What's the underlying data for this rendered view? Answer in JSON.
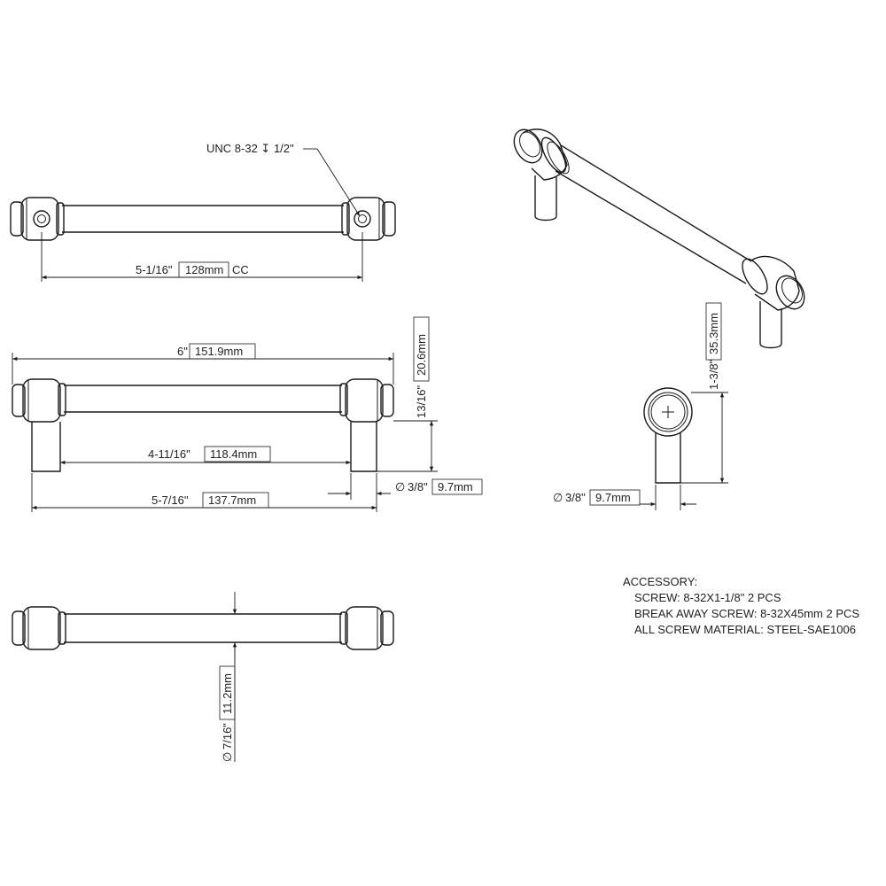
{
  "callout": {
    "thread": "UNC 8-32 ",
    "depth_symbol": "↧",
    "depth": " 1/2\""
  },
  "dims": {
    "cc": {
      "imp": "5-1/16\"",
      "met": "128mm",
      "suffix": " CC"
    },
    "overall": {
      "imp": "6\"",
      "met": "151.9mm"
    },
    "height": {
      "imp": "13/16\"",
      "met": "20.6mm"
    },
    "inner": {
      "imp": "4-11/16\"",
      "met": "118.4mm"
    },
    "outer": {
      "imp": "5-7/16\"",
      "met": "137.7mm"
    },
    "post_dia": {
      "sym": "∅",
      "imp": "3/8\"",
      "met": "9.7mm"
    },
    "bar_dia": {
      "sym": "∅",
      "imp": "7/16\"",
      "met": "11.2mm"
    },
    "projection": {
      "imp": "1-3/8\"",
      "met": "35.3mm"
    },
    "side_post_dia": {
      "sym": "∅",
      "imp": "3/8\"",
      "met": "9.7mm"
    }
  },
  "accessory": {
    "title": "ACCESSORY:",
    "lines": [
      "SCREW: 8-32X1-1/8\"  2 PCS",
      "BREAK AWAY SCREW: 8-32X45mm  2 PCS",
      "ALL SCREW MATERIAL: STEEL-SAE1006"
    ]
  }
}
